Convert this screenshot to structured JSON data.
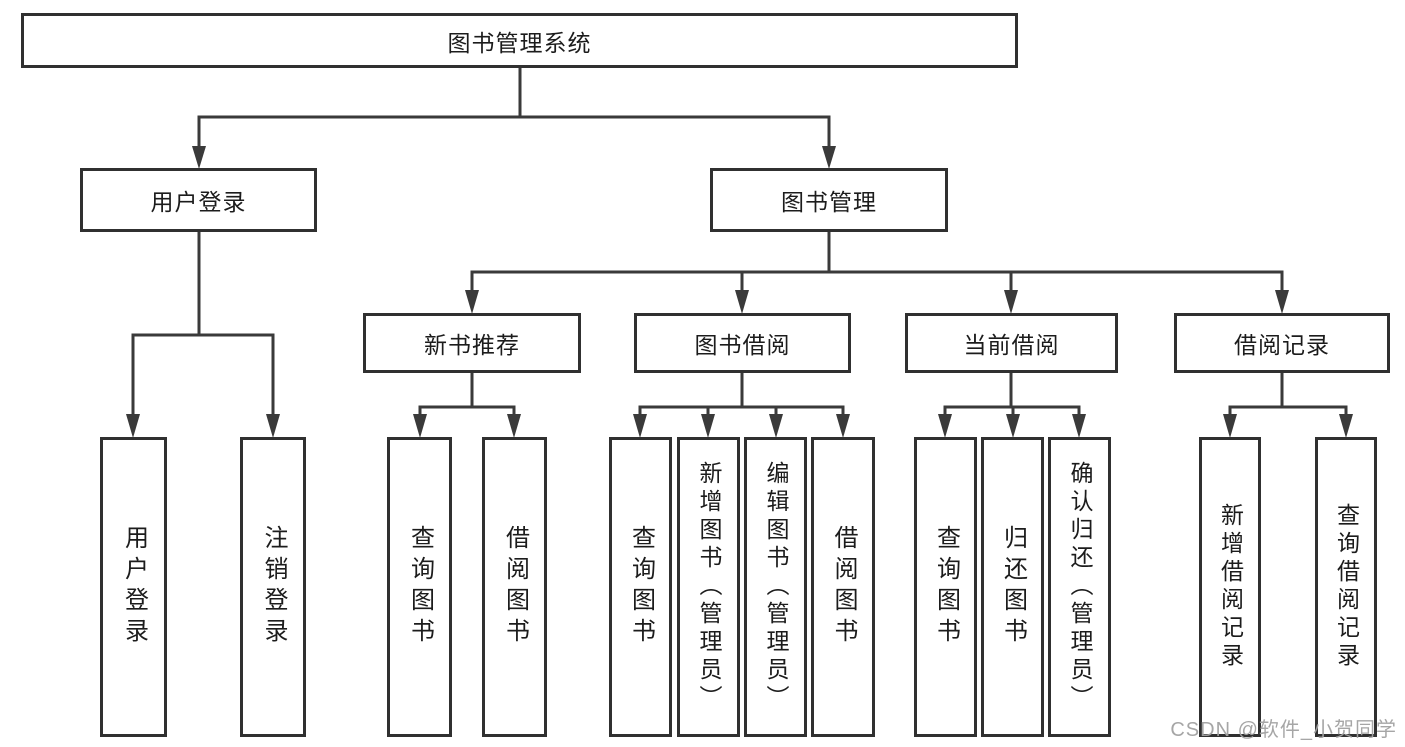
{
  "diagram": {
    "root": {
      "label": "图书管理系统"
    },
    "level2": [
      {
        "label": "用户登录"
      },
      {
        "label": "图书管理"
      }
    ],
    "level3": [
      {
        "label": "新书推荐"
      },
      {
        "label": "图书借阅"
      },
      {
        "label": "当前借阅"
      },
      {
        "label": "借阅记录"
      }
    ],
    "leaves": {
      "user_login": [
        "用户登录",
        "注销登录"
      ],
      "new_books": [
        "查询图书",
        "借阅图书"
      ],
      "book_borrow": [
        "查询图书",
        "新增图书（管理员）",
        "编辑图书（管理员）",
        "借阅图书"
      ],
      "current_borrow": [
        "查询图书",
        "归还图书",
        "确认归还（管理员）"
      ],
      "borrow_records": [
        "新增借阅记录",
        "查询借阅记录"
      ]
    }
  },
  "watermark": {
    "text": "CSDN @软件_小贺同学"
  },
  "colors": {
    "line": "#3a3a3a",
    "border": "#303030",
    "text": "#1c1c1c",
    "watermark": "#a2a2a2",
    "background": "#ffffff"
  }
}
